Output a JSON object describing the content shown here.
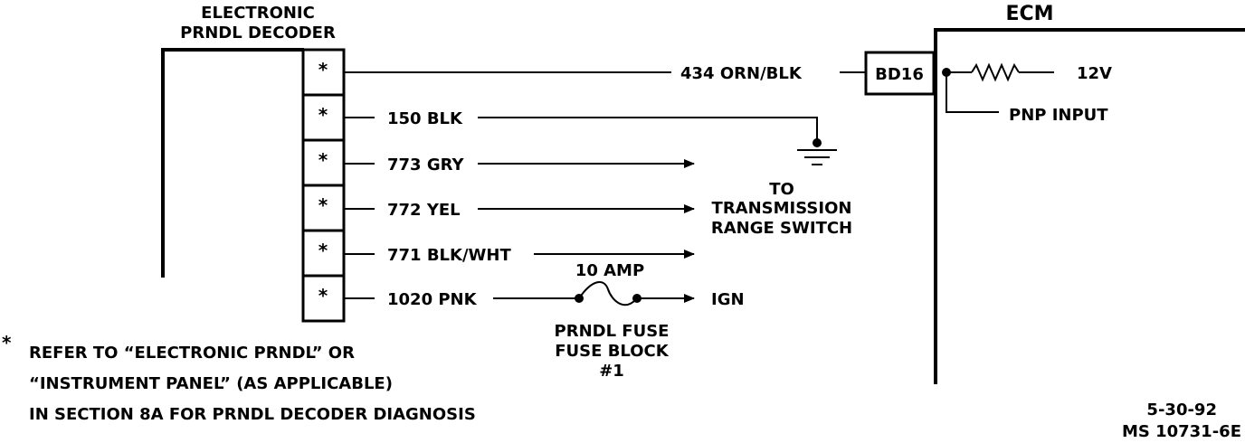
{
  "decoder": {
    "title_line1": "ELECTRONIC",
    "title_line2": "PRNDL DECODER",
    "pin_mark": "*"
  },
  "ecm": {
    "title": "ECM",
    "connector": "BD16",
    "voltage": "12V",
    "input_label": "PNP INPUT"
  },
  "wires": [
    {
      "label": "434 ORN/BLK"
    },
    {
      "label": "150 BLK"
    },
    {
      "label": "773 GRY"
    },
    {
      "label": "772 YEL"
    },
    {
      "label": "771 BLK/WHT"
    },
    {
      "label": "1020 PNK"
    }
  ],
  "destination": {
    "line1": "TO",
    "line2": "TRANSMISSION",
    "line3": "RANGE SWITCH"
  },
  "fuse": {
    "rating": "10 AMP",
    "line1": "PRNDL FUSE",
    "line2": "FUSE BLOCK",
    "line3": "#1",
    "ign": "IGN"
  },
  "footnote": {
    "mark": "*",
    "line1": "REFER TO “ELECTRONIC PRNDL” OR",
    "line2": "“INSTRUMENT PANEL” (AS APPLICABLE)",
    "line3": "IN SECTION 8A FOR PRNDL DECODER DIAGNOSIS"
  },
  "stamp": {
    "date": "5-30-92",
    "code": "MS 10731-6E"
  }
}
